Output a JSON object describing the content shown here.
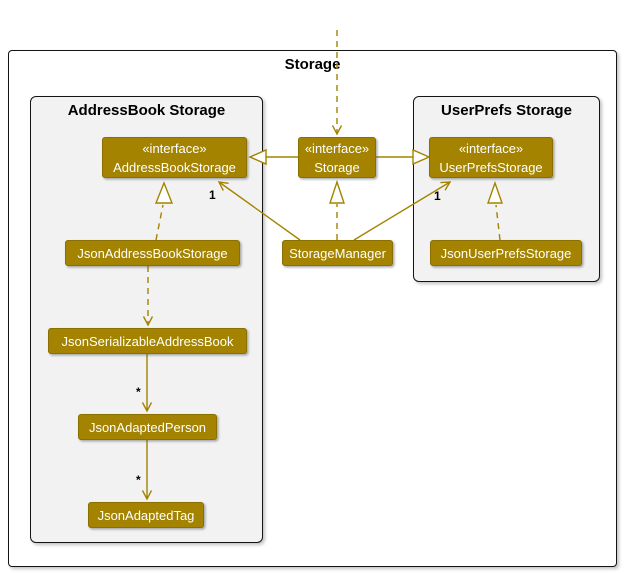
{
  "title": "Storage",
  "colors": {
    "node_fill": "#A38300",
    "node_border": "#8a7000",
    "node_text": "#ffffff",
    "edge": "#A38300",
    "package_fill": "#f2f2f2",
    "frame_border": "#141414"
  },
  "packages": {
    "outer": {
      "title": "Storage"
    },
    "left": {
      "title": "AddressBook Storage"
    },
    "right": {
      "title": "UserPrefs Storage"
    }
  },
  "nodes": {
    "addressbook_storage": {
      "stereotype": "«interface»",
      "name": "AddressBookStorage"
    },
    "storage": {
      "stereotype": "«interface»",
      "name": "Storage"
    },
    "userprefs_storage": {
      "stereotype": "«interface»",
      "name": "UserPrefsStorage"
    },
    "json_addressbook_storage": {
      "name": "JsonAddressBookStorage"
    },
    "storage_manager": {
      "name": "StorageManager"
    },
    "json_userprefs_storage": {
      "name": "JsonUserPrefsStorage"
    },
    "json_serializable_addressbook": {
      "name": "JsonSerializableAddressBook"
    },
    "json_adapted_person": {
      "name": "JsonAdaptedPerson"
    },
    "json_adapted_tag": {
      "name": "JsonAdaptedTag"
    }
  },
  "labels": {
    "mult_addressbook": "1",
    "mult_userprefs": "1",
    "mult_persons": "*",
    "mult_tags": "*"
  },
  "relationships": [
    {
      "from": "(external)",
      "to": "Storage",
      "type": "dashed-dependency-arrow"
    },
    {
      "from": "Storage",
      "to": "AddressBookStorage",
      "type": "generalization"
    },
    {
      "from": "Storage",
      "to": "UserPrefsStorage",
      "type": "generalization"
    },
    {
      "from": "StorageManager",
      "to": "Storage",
      "type": "realization-dashed"
    },
    {
      "from": "StorageManager",
      "to": "AddressBookStorage",
      "type": "association",
      "label": "1"
    },
    {
      "from": "StorageManager",
      "to": "UserPrefsStorage",
      "type": "association",
      "label": "1"
    },
    {
      "from": "JsonAddressBookStorage",
      "to": "AddressBookStorage",
      "type": "realization-dashed"
    },
    {
      "from": "JsonUserPrefsStorage",
      "to": "UserPrefsStorage",
      "type": "realization-dashed"
    },
    {
      "from": "JsonAddressBookStorage",
      "to": "JsonSerializableAddressBook",
      "type": "dashed-dependency-arrow"
    },
    {
      "from": "JsonSerializableAddressBook",
      "to": "JsonAdaptedPerson",
      "type": "association",
      "label": "*"
    },
    {
      "from": "JsonAdaptedPerson",
      "to": "JsonAdaptedTag",
      "type": "association",
      "label": "*"
    }
  ]
}
